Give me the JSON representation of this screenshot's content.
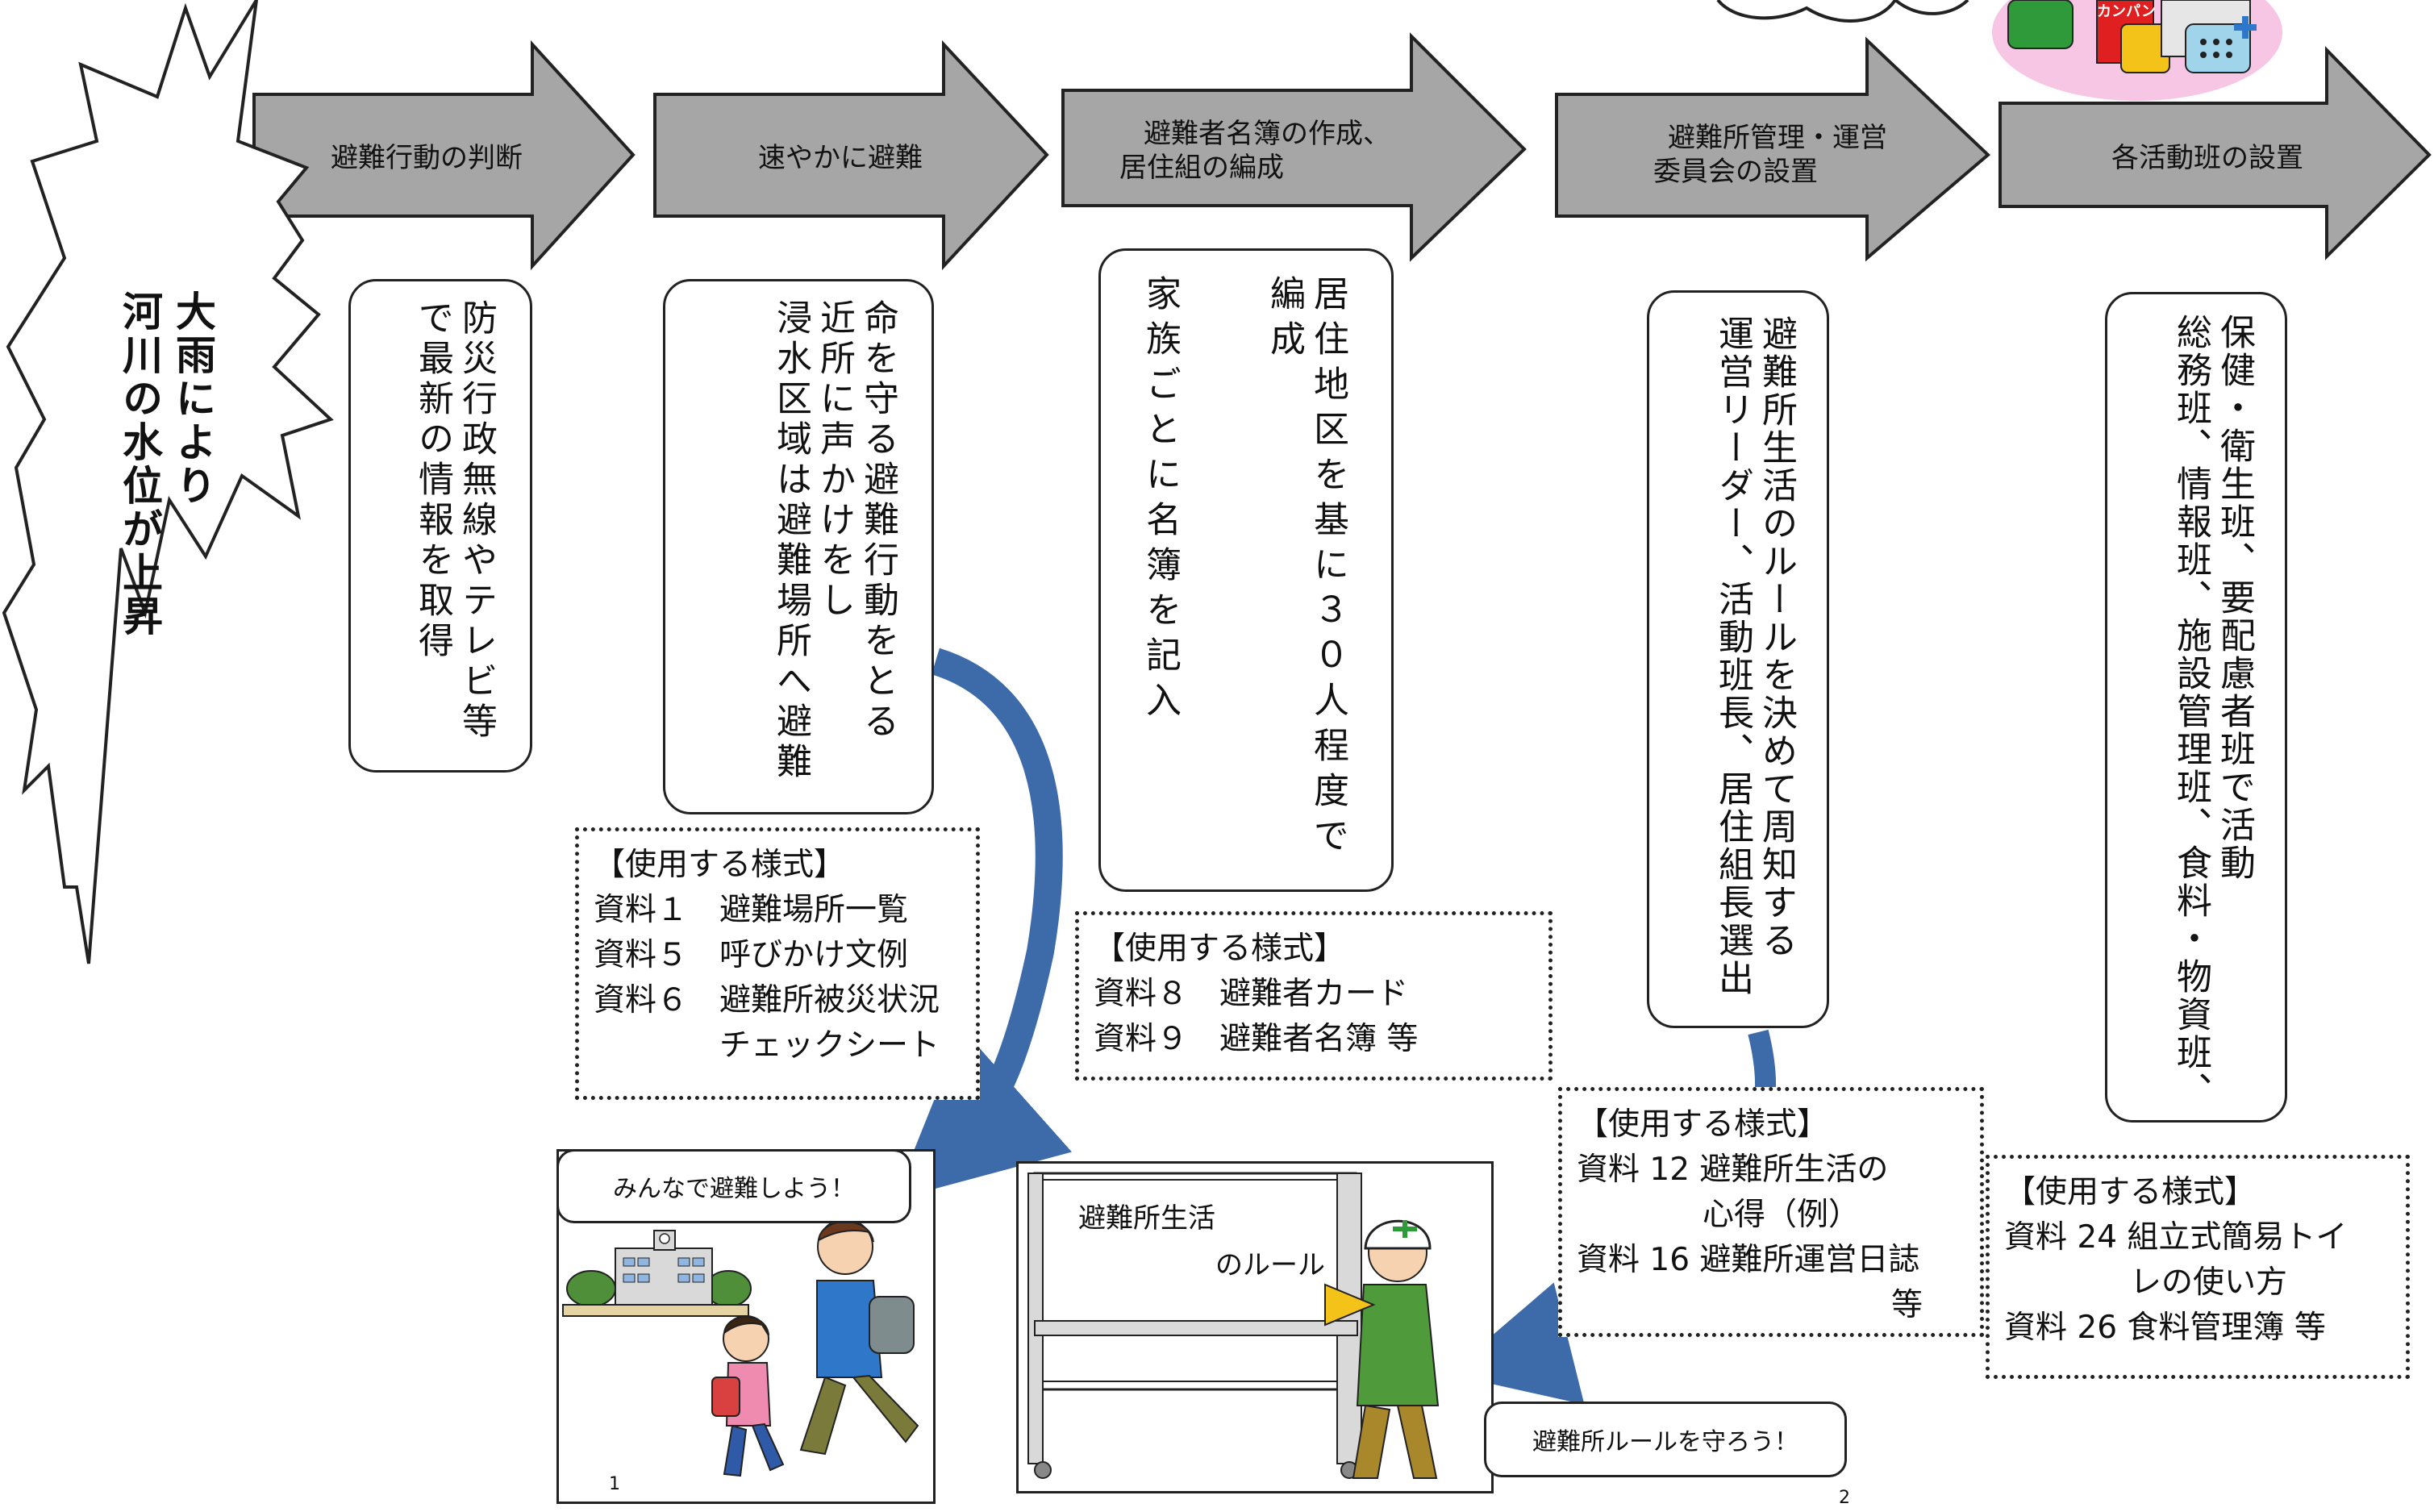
{
  "burst": {
    "line1": "大雨により",
    "line2": "河川の水位が上昇"
  },
  "steps": [
    {
      "title": "避難行動の判断"
    },
    {
      "title": "速やかに避難"
    },
    {
      "title_line1": "避難者名簿の作成、",
      "title_line2": "居住組の編成"
    },
    {
      "title_line1": "避難所管理・運営",
      "title_line2": "委員会の設置"
    },
    {
      "title": "各活動班の設置"
    }
  ],
  "descriptions": {
    "d1": [
      "防災行政無線やテレビ等",
      "で最新の情報を取得"
    ],
    "d2": [
      "命を守る避難行動をとる",
      "近所に声かけをし",
      "浸水区域は避難場所へ避難"
    ],
    "d3": [
      "居住地区を基に３０人程度で編成",
      "家族ごとに名簿を記入"
    ],
    "d4": [
      "避難所生活のルールを決めて周知する",
      "運営リーダー、活動班長、居住組長選出"
    ],
    "d5": [
      "保健・衛生班、要配慮者班で活動",
      "総務班、情報班、施設管理班、食料・物資班、"
    ]
  },
  "forms": {
    "f1": {
      "heading": "【使用する様式】",
      "lines": [
        "資料１　避難場所一覧",
        "資料５　呼びかけ文例",
        "資料６　避難所被災状況",
        "　　　　チェックシート"
      ]
    },
    "f2": {
      "heading": "【使用する様式】",
      "lines": [
        "資料８　避難者カード",
        "資料９　避難者名簿 等"
      ]
    },
    "f3": {
      "heading": "【使用する様式】",
      "lines": [
        "資料 12 避難所生活の",
        "　　　　心得（例）",
        "資料 16 避難所運営日誌",
        "　　　　　　　　　　等"
      ]
    },
    "f4": {
      "heading": "【使用する様式】",
      "lines": [
        "資料 24 組立式簡易トイ",
        "　　　　レの使い方",
        "資料 26 食料管理簿 等"
      ]
    }
  },
  "illustrations": {
    "evacuate": {
      "caption": "みんなで避難しよう！",
      "page_number": "1"
    },
    "rules": {
      "board_line1": "避難所生活",
      "board_line2": "のルール",
      "caption": "避難所ルールを守ろう！",
      "page_number": "2"
    },
    "supplies": {
      "label": "カンパン"
    }
  },
  "colors": {
    "arrow_fill": "#a6a6a6",
    "curve_arrow": "#3d6aa8",
    "supplies_bg": "#f6c6e4"
  }
}
